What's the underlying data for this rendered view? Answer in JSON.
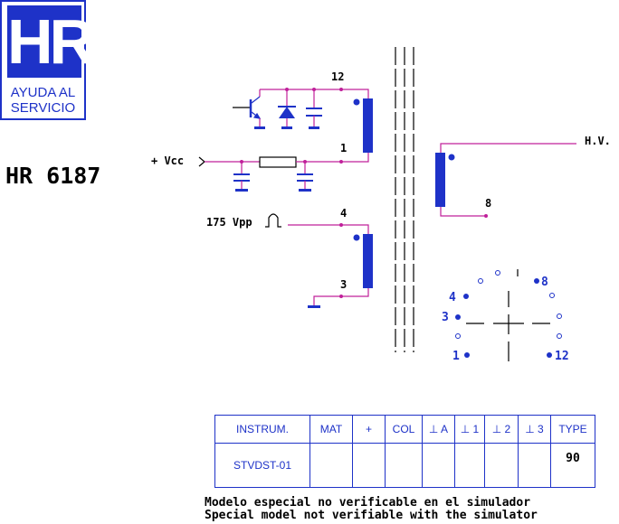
{
  "logo": {
    "mark": "HR",
    "line1": "AYUDA AL",
    "line2": "SERVICIO"
  },
  "model": "HR 6187",
  "schematic": {
    "pins": {
      "p12": "12",
      "p1": "1",
      "p4": "4",
      "p3": "3",
      "p8": "8"
    },
    "vcc_label": "+ Vcc",
    "vpp_label": "175 Vpp",
    "hv_label": "H.V."
  },
  "pinout": {
    "p4": "4",
    "p3": "3",
    "p1": "1",
    "p8": "8",
    "p12": "12"
  },
  "table": {
    "headers": [
      "INSTRUM.",
      "MAT",
      "+",
      "COL",
      "⊥ A",
      "⊥ 1",
      "⊥ 2",
      "⊥ 3",
      "TYPE"
    ],
    "row": [
      "STVDST-01",
      "",
      "",
      "",
      "",
      "",
      "",
      "",
      "90"
    ]
  },
  "notes": [
    "Modelo especial no verificable en el simulador",
    "Special model not verifiable with the simulator"
  ],
  "colors": {
    "wire": "#c0209a",
    "winding": "#1e32c8",
    "ink": "#000000"
  }
}
